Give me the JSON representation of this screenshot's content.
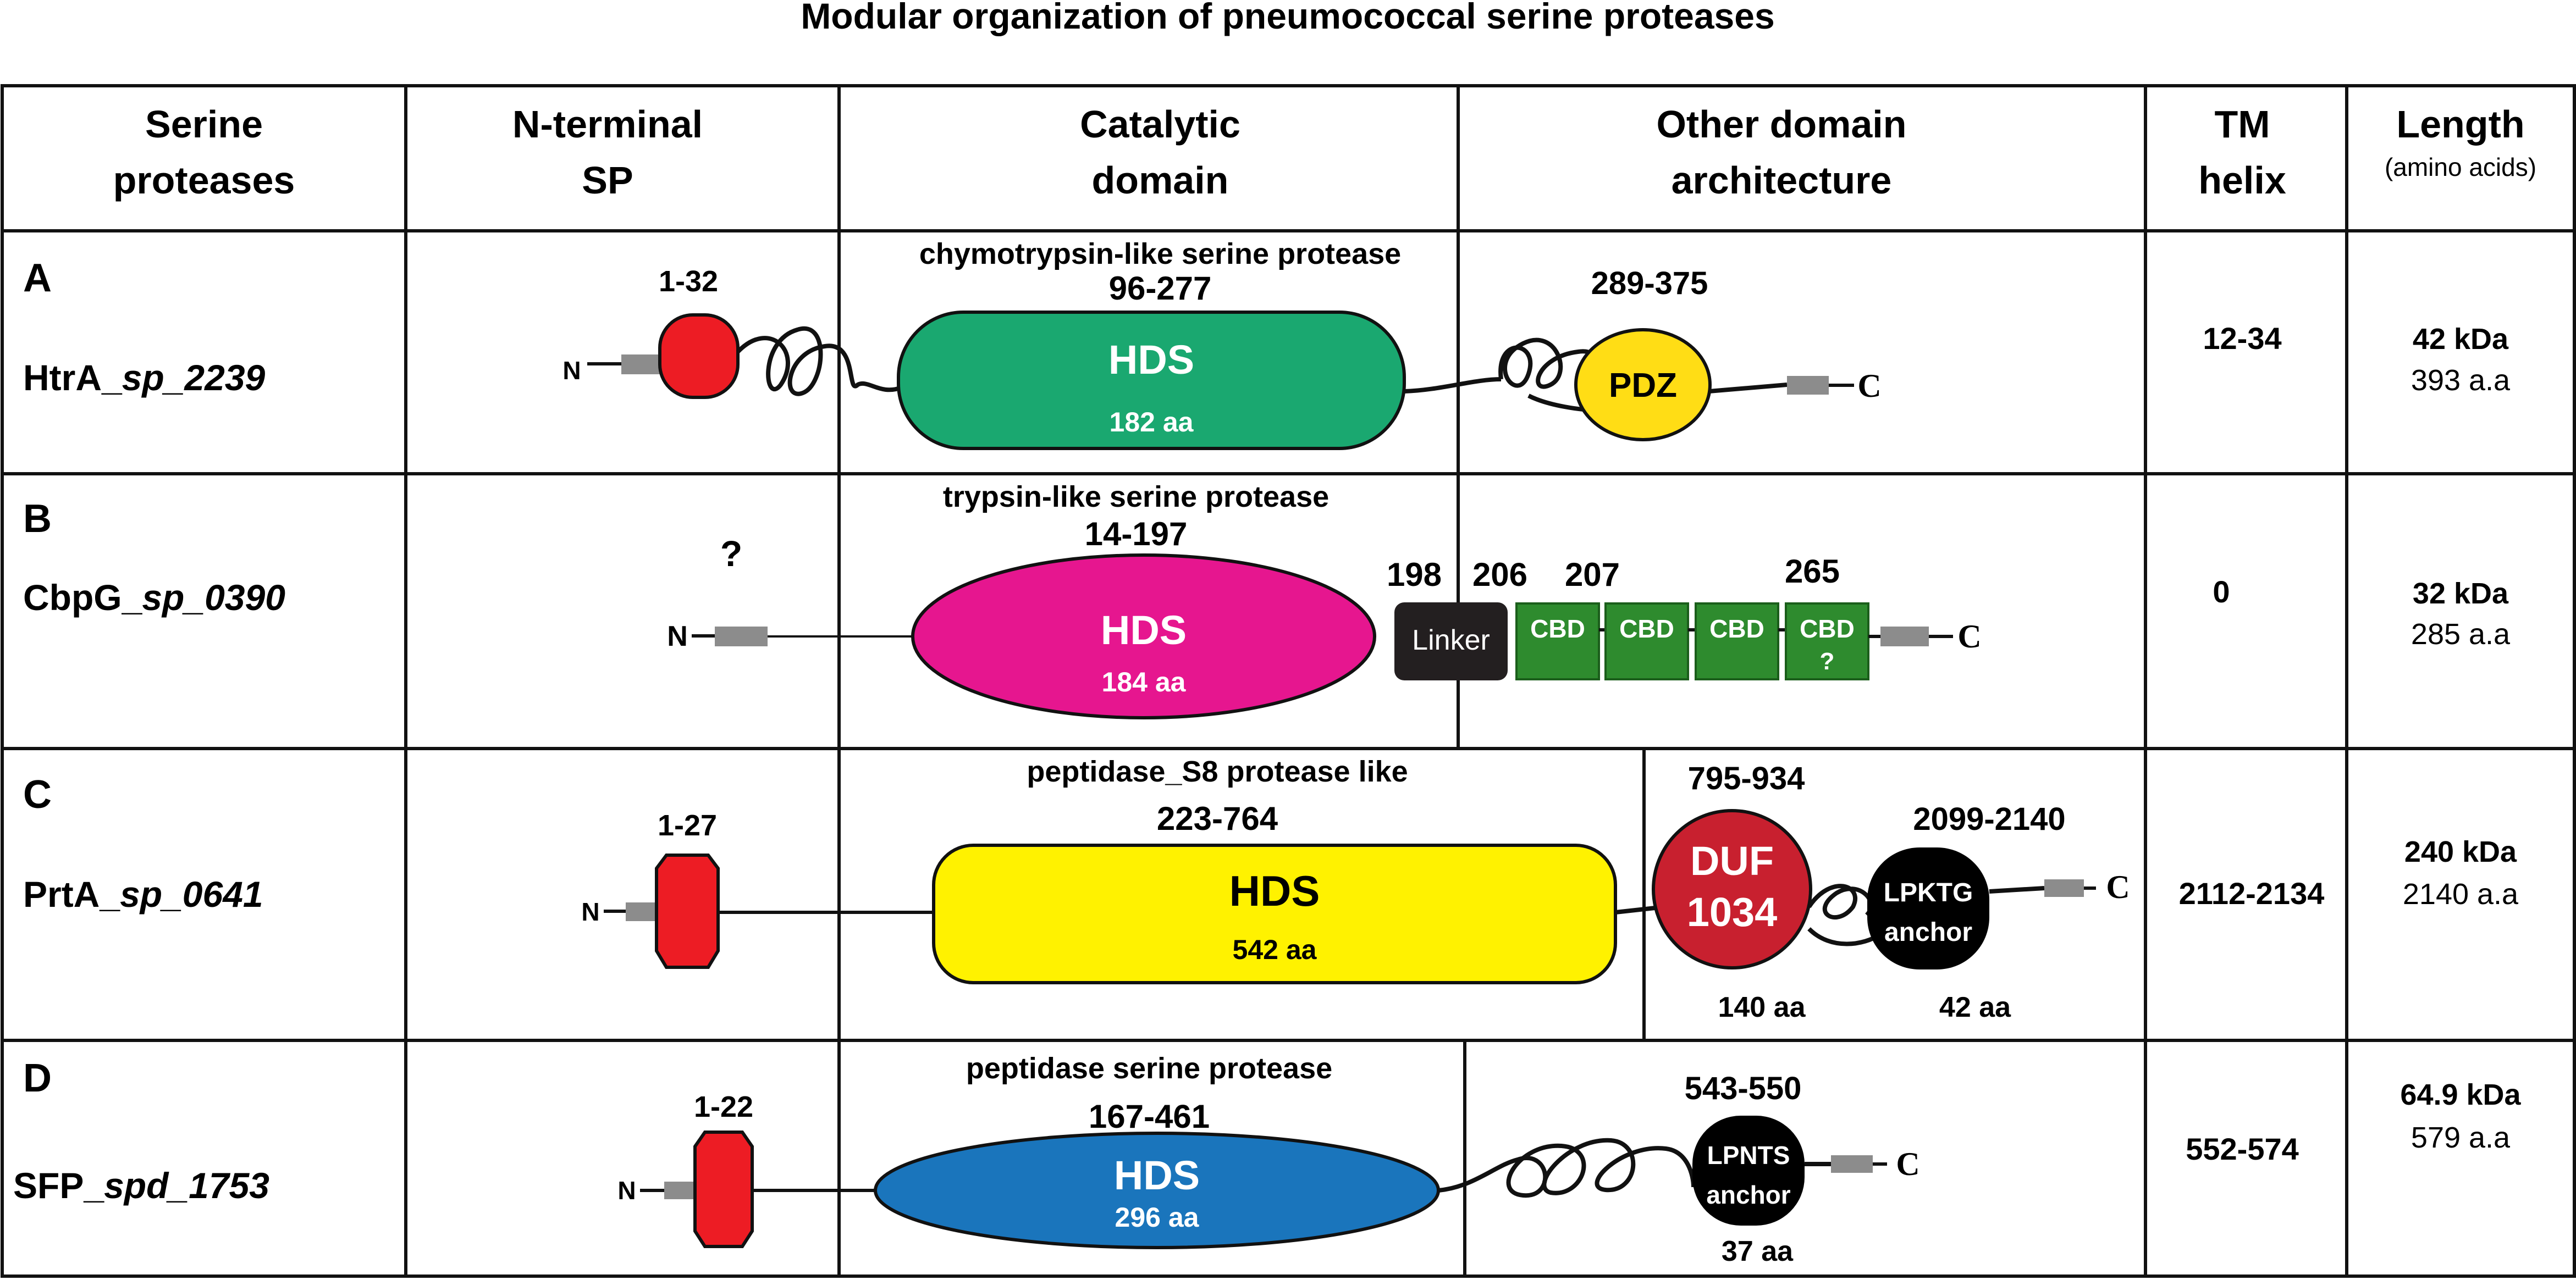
{
  "title": "Modular organization of pneumococcal serine proteases",
  "headers": {
    "col1": [
      "Serine",
      "proteases"
    ],
    "col2": [
      "N-terminal",
      "SP"
    ],
    "col3": [
      "Catalytic",
      "domain"
    ],
    "col4": [
      "Other domain",
      "architecture"
    ],
    "col5": [
      "TM",
      "helix"
    ],
    "col6": [
      "Length",
      "(amino acids)"
    ]
  },
  "rows": [
    {
      "letter": "A",
      "name_prefix": "HtrA_",
      "name_italic": "sp_2239",
      "sp_range": "1-32",
      "catalytic_type": "chymotrypsin-like serine protease",
      "catalytic_range": "96-277",
      "hds_label": "HDS",
      "hds_aa": "182 aa",
      "other": {
        "pdz_range": "289-375",
        "pdz_label": "PDZ"
      },
      "tm": "12-34",
      "kda": "42 kDa",
      "length": "393 a.a",
      "n_label": "N",
      "c_label": "C",
      "colors": {
        "sp": "#ed1c24",
        "hds": "#1aa870",
        "domain": "#ffdd15"
      }
    },
    {
      "letter": "B",
      "name_prefix": "CbpG_",
      "name_italic": "sp_0390",
      "sp_range": "?",
      "catalytic_type": "trypsin-like serine protease",
      "catalytic_range": "14-197",
      "hds_label": "HDS",
      "hds_aa": "184 aa",
      "other": {
        "pos_198": "198",
        "pos_206": "206",
        "pos_207": "207",
        "pos_265": "265",
        "linker_label": "Linker",
        "cbd_labels": [
          "CBD",
          "CBD",
          "CBD",
          "CBD"
        ],
        "cbd_question": "?"
      },
      "tm": "0",
      "kda": "32 kDa",
      "length": "285 a.a",
      "n_label": "N",
      "c_label": "C",
      "colors": {
        "hds": "#e6168f",
        "cbd": "#2e8b2e"
      }
    },
    {
      "letter": "C",
      "name_prefix": "PrtA_",
      "name_italic": "sp_0641",
      "sp_range": "1-27",
      "catalytic_type": "peptidase_S8 protease like",
      "catalytic_range": "223-764",
      "hds_label": "HDS",
      "hds_aa": "542 aa",
      "other": {
        "duf_range": "795-934",
        "duf_label": [
          "DUF",
          "1034"
        ],
        "duf_aa": "140 aa",
        "anchor_range": "2099-2140",
        "anchor_label": [
          "LPKTG",
          "anchor"
        ],
        "anchor_aa": "42 aa"
      },
      "tm": "2112-2134",
      "kda": "240 kDa",
      "length": "2140 a.a",
      "n_label": "N",
      "c_label": "C",
      "colors": {
        "sp": "#ed1c24",
        "hds": "#fff200",
        "duf": "#c8202f"
      }
    },
    {
      "letter": "D",
      "name_prefix": "SFP_",
      "name_italic": "spd_1753",
      "sp_range": "1-22",
      "catalytic_type": "peptidase serine protease",
      "catalytic_range": "167-461",
      "hds_label": "HDS",
      "hds_aa": "296 aa",
      "other": {
        "anchor_range": "543-550",
        "anchor_label": [
          "LPNTS",
          "anchor"
        ],
        "anchor_aa": "37 aa"
      },
      "tm": "552-574",
      "kda": "64.9 kDa",
      "length": "579 a.a",
      "n_label": "N",
      "c_label": "C",
      "colors": {
        "sp": "#ed1c24",
        "hds": "#1a75bc"
      }
    }
  ]
}
